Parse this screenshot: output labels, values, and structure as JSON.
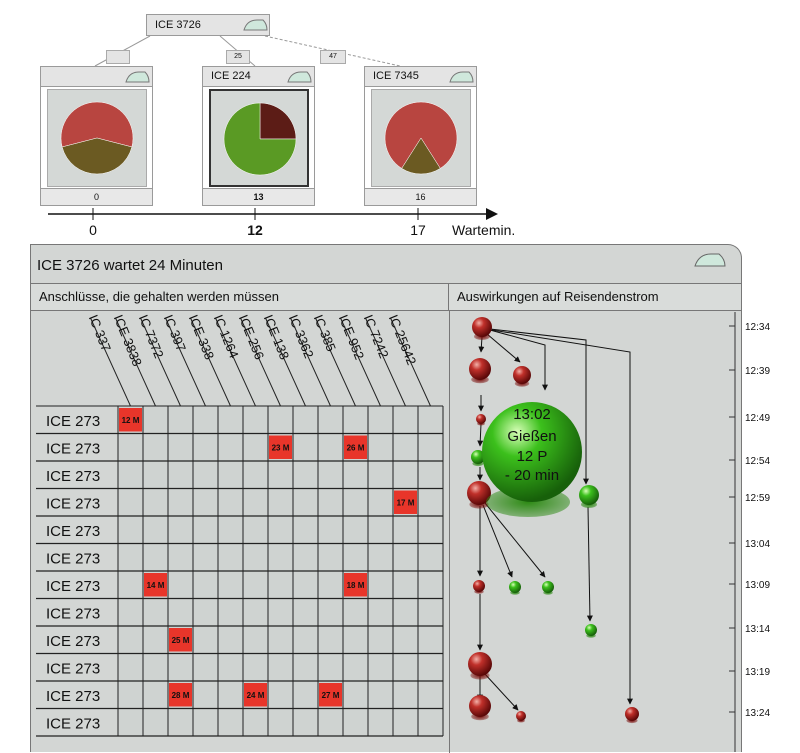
{
  "tree": {
    "root": {
      "label": "ICE 3726"
    },
    "edge_labels": [
      "",
      "25",
      "47"
    ],
    "nodes": [
      {
        "label": "",
        "wait": "0",
        "bold": false,
        "slices": [
          0.58,
          0.42
        ],
        "colors": [
          "#b84540",
          "#6b5a22"
        ]
      },
      {
        "label": "ICE 224",
        "wait": "13",
        "bold": true,
        "slices": [
          0.25,
          0.75
        ],
        "colors": [
          "#5c1c16",
          "#5a9a24"
        ]
      },
      {
        "label": "ICE 7345",
        "wait": "16",
        "bold": false,
        "slices": [
          0.82,
          0.18
        ],
        "colors": [
          "#b84540",
          "#6b5a22"
        ]
      }
    ],
    "axis": {
      "ticks": [
        "0",
        "12",
        "17"
      ],
      "label": "Wartemin."
    }
  },
  "panel": {
    "title": "ICE 3726 wartet 24 Minuten",
    "left_header": "Anschlüsse, die gehalten werden müssen",
    "right_header": "Auswirkungen auf Reisendenstrom"
  },
  "matrix": {
    "columns": [
      "IC 337",
      "ICE 3838",
      "IC 7372",
      "IC 397",
      "ICE 338",
      "IC 1264",
      "ICE 256",
      "ICE 138",
      "IC 3362",
      "IC 385",
      "ICE 952",
      "IC 7242",
      "IC 25642"
    ],
    "rows": [
      "ICE 273",
      "ICE 273",
      "ICE 273",
      "ICE 273",
      "ICE 273",
      "ICE 273",
      "ICE 273",
      "ICE 273",
      "ICE 273",
      "ICE 273",
      "ICE 273",
      "ICE 273"
    ],
    "marks": [
      {
        "row": 0,
        "col": 0,
        "text": "12 M"
      },
      {
        "row": 1,
        "col": 6,
        "text": "23 M"
      },
      {
        "row": 1,
        "col": 9,
        "text": "26 M"
      },
      {
        "row": 3,
        "col": 11,
        "text": "17 M"
      },
      {
        "row": 6,
        "col": 1,
        "text": "14 M"
      },
      {
        "row": 6,
        "col": 9,
        "text": "18 M"
      },
      {
        "row": 8,
        "col": 2,
        "text": "25 M"
      },
      {
        "row": 10,
        "col": 2,
        "text": "28 M"
      },
      {
        "row": 10,
        "col": 5,
        "text": "24 M"
      },
      {
        "row": 10,
        "col": 8,
        "text": "27 M"
      }
    ],
    "mark_color": "#e8352a"
  },
  "flow": {
    "times": [
      "12:34",
      "12:39",
      "12:49",
      "12:54",
      "12:59",
      "13:04",
      "13:09",
      "13:14",
      "13:19",
      "13:24"
    ],
    "highlight": {
      "time": "13:02",
      "place": "Gießen",
      "passengers": "12 P",
      "delay": "- 20 min"
    }
  }
}
